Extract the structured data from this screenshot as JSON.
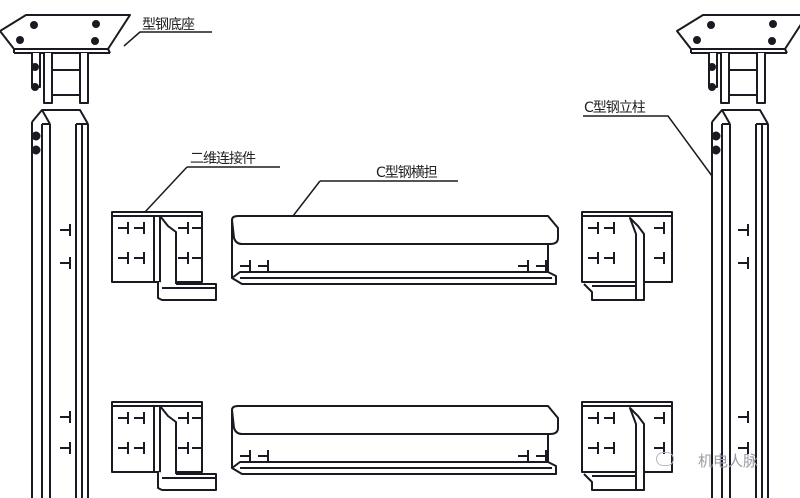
{
  "diagram": {
    "title": "",
    "labels": {
      "base": "型钢底座",
      "column": "C型钢立柱",
      "connector": "二维连接件",
      "crossarm": "C型钢横担"
    },
    "components": [
      {
        "id": "base-left",
        "type": "型钢底座"
      },
      {
        "id": "base-right",
        "type": "型钢底座"
      },
      {
        "id": "column-left",
        "type": "C型钢立柱"
      },
      {
        "id": "column-right",
        "type": "C型钢立柱"
      },
      {
        "id": "connector-top-left",
        "type": "二维连接件"
      },
      {
        "id": "connector-top-right",
        "type": "二维连接件"
      },
      {
        "id": "connector-bottom-left",
        "type": "二维连接件"
      },
      {
        "id": "connector-bottom-right",
        "type": "二维连接件"
      },
      {
        "id": "crossarm-top",
        "type": "C型钢横担"
      },
      {
        "id": "crossarm-bottom",
        "type": "C型钢横担"
      }
    ],
    "watermark": "机电人脉",
    "colors": {
      "line": "#1a1a22",
      "background": "#ffffff",
      "watermark": "#9a9aa6"
    }
  }
}
